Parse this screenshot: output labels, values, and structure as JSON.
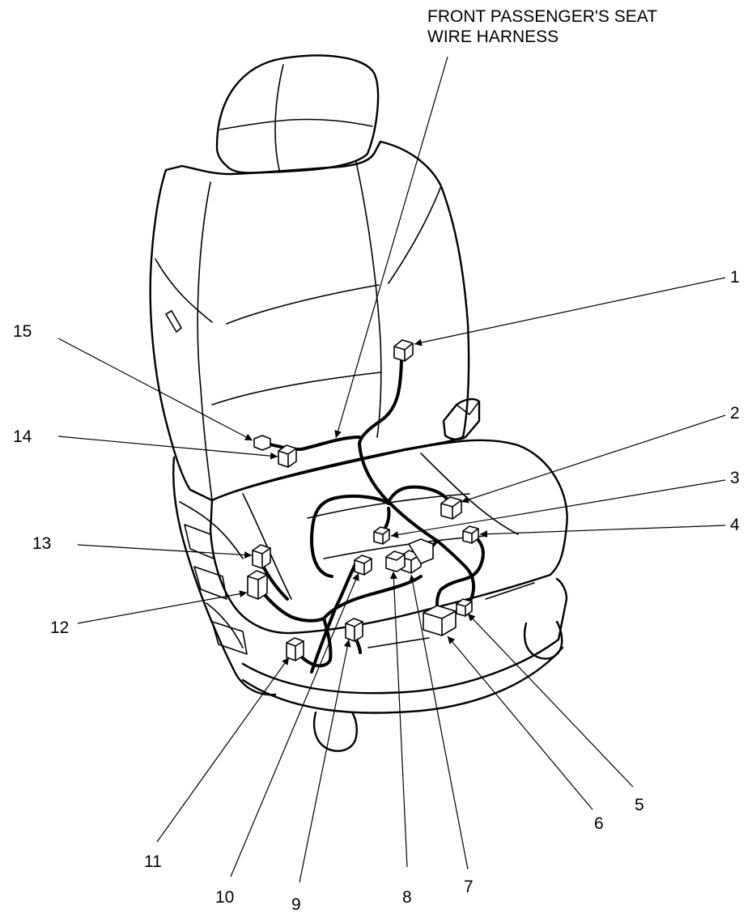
{
  "harness_label_line1": "FRONT PASSENGER'S SEAT",
  "harness_label_line2": "WIRE HARNESS",
  "callouts": [
    "1",
    "2",
    "3",
    "4",
    "5",
    "6",
    "7",
    "8",
    "9",
    "10",
    "11",
    "12",
    "13",
    "14",
    "15"
  ]
}
